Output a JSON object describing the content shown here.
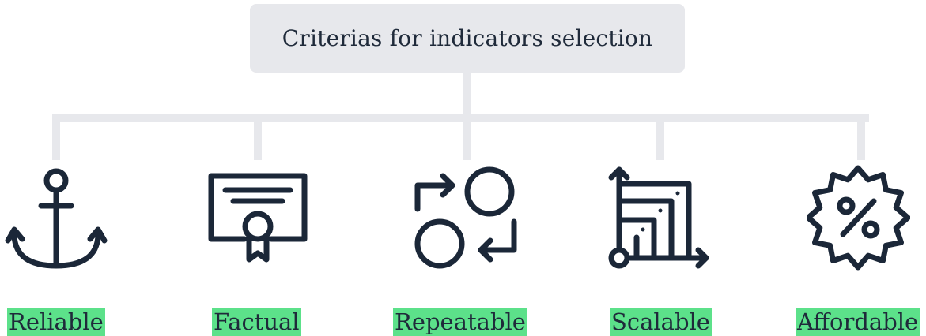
{
  "diagram": {
    "root": {
      "label": "Criterias for indicators selection"
    },
    "criteria": [
      {
        "label": "Reliable",
        "icon": "anchor-icon"
      },
      {
        "label": "Factual",
        "icon": "certificate-icon"
      },
      {
        "label": "Repeatable",
        "icon": "repeat-cycle-icon"
      },
      {
        "label": "Scalable",
        "icon": "scale-chart-icon"
      },
      {
        "label": "Affordable",
        "icon": "discount-badge-icon"
      }
    ],
    "colors": {
      "connector": "#e7e8ec",
      "root_fill": "#e7e8ec",
      "icon_stroke": "#1b2738",
      "label_highlight": "#5ce18a",
      "text": "#1f2a3a"
    }
  }
}
